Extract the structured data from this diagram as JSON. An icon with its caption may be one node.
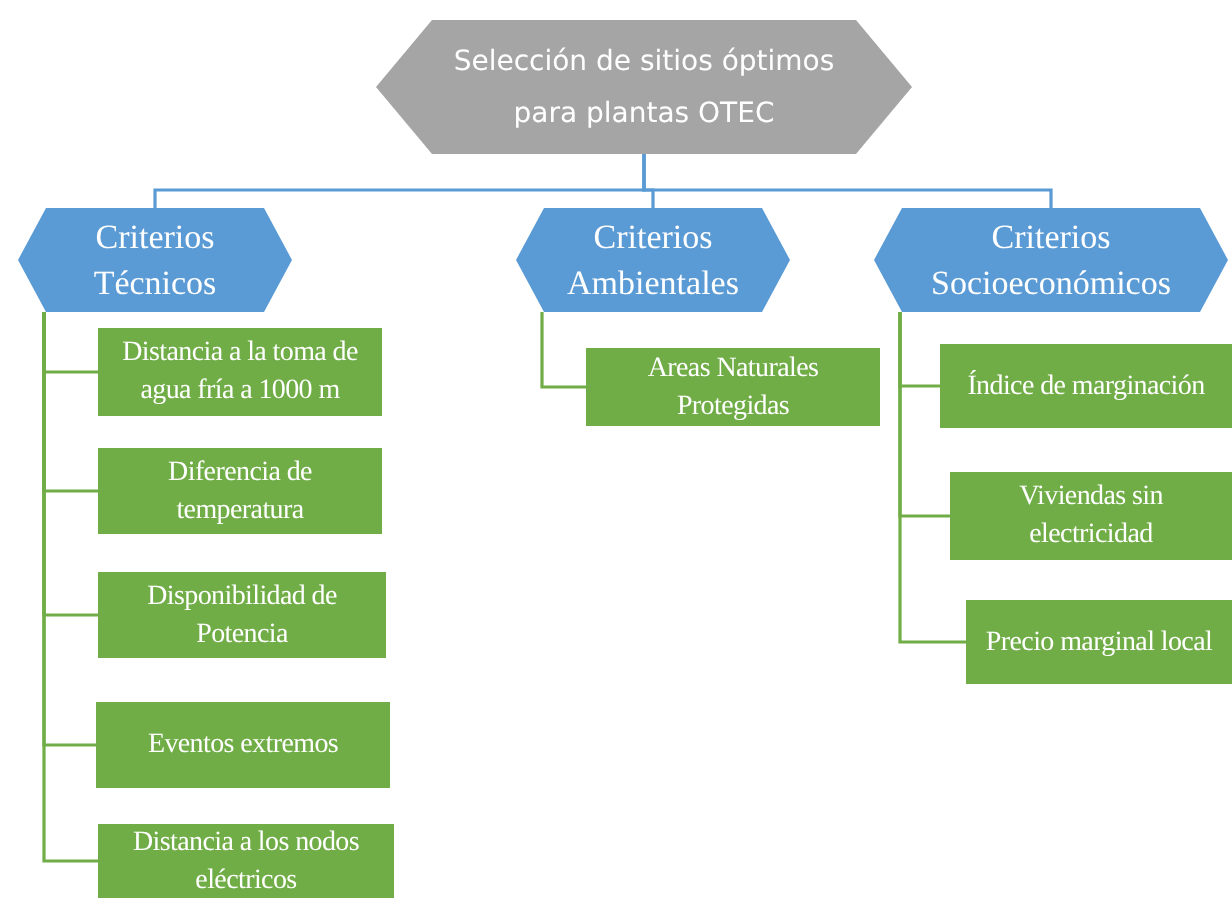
{
  "diagram": {
    "nodes": [
      {
        "text": [
          "Selección de sitios óptimos para plantas OTEC"
        ]
      },
      {
        "text": [
          "Criterios Técnicos"
        ]
      },
      {
        "text": [
          "Criterios Ambientales"
        ]
      },
      {
        "text": [
          "Criterios Socioeconómicos"
        ]
      },
      {
        "text": [
          "Distancia a la toma de agua fría a 1000 m"
        ]
      },
      {
        "text": [
          "Diferencia de temperatura"
        ]
      },
      {
        "text": [
          "Disponibilidad de Potencia"
        ]
      },
      {
        "text": [
          "Eventos extremos"
        ]
      },
      {
        "text": [
          "Distancia a los nodos eléctricos"
        ]
      },
      {
        "text": [
          "Areas Naturales Protegidas"
        ]
      },
      {
        "text": [
          "Índice de marginación"
        ]
      },
      {
        "text": [
          "Viviendas sin electricidad"
        ]
      },
      {
        "text": [
          "Precio marginal local"
        ]
      }
    ],
    "edges": [
      {
        "from": 0,
        "to": 1,
        "arrow": "none",
        "color": "#5b9bd5"
      },
      {
        "from": 0,
        "to": 2,
        "arrow": "none",
        "color": "#5b9bd5"
      },
      {
        "from": 0,
        "to": 3,
        "arrow": "none",
        "color": "#5b9bd5"
      },
      {
        "from": 1,
        "to": 4,
        "arrow": "none"
      },
      {
        "from": 1,
        "to": 5,
        "arrow": "none"
      },
      {
        "from": 1,
        "to": 6,
        "arrow": "none"
      },
      {
        "from": 1,
        "to": 7,
        "arrow": "none"
      },
      {
        "from": 1,
        "to": 8,
        "arrow": "none"
      },
      {
        "from": 2,
        "to": 9,
        "arrow": "none"
      },
      {
        "from": 3,
        "to": 10,
        "arrow": "none"
      },
      {
        "from": 3,
        "to": 11,
        "arrow": "none"
      },
      {
        "from": 3,
        "to": 12,
        "arrow": "none"
      }
    ]
  }
}
